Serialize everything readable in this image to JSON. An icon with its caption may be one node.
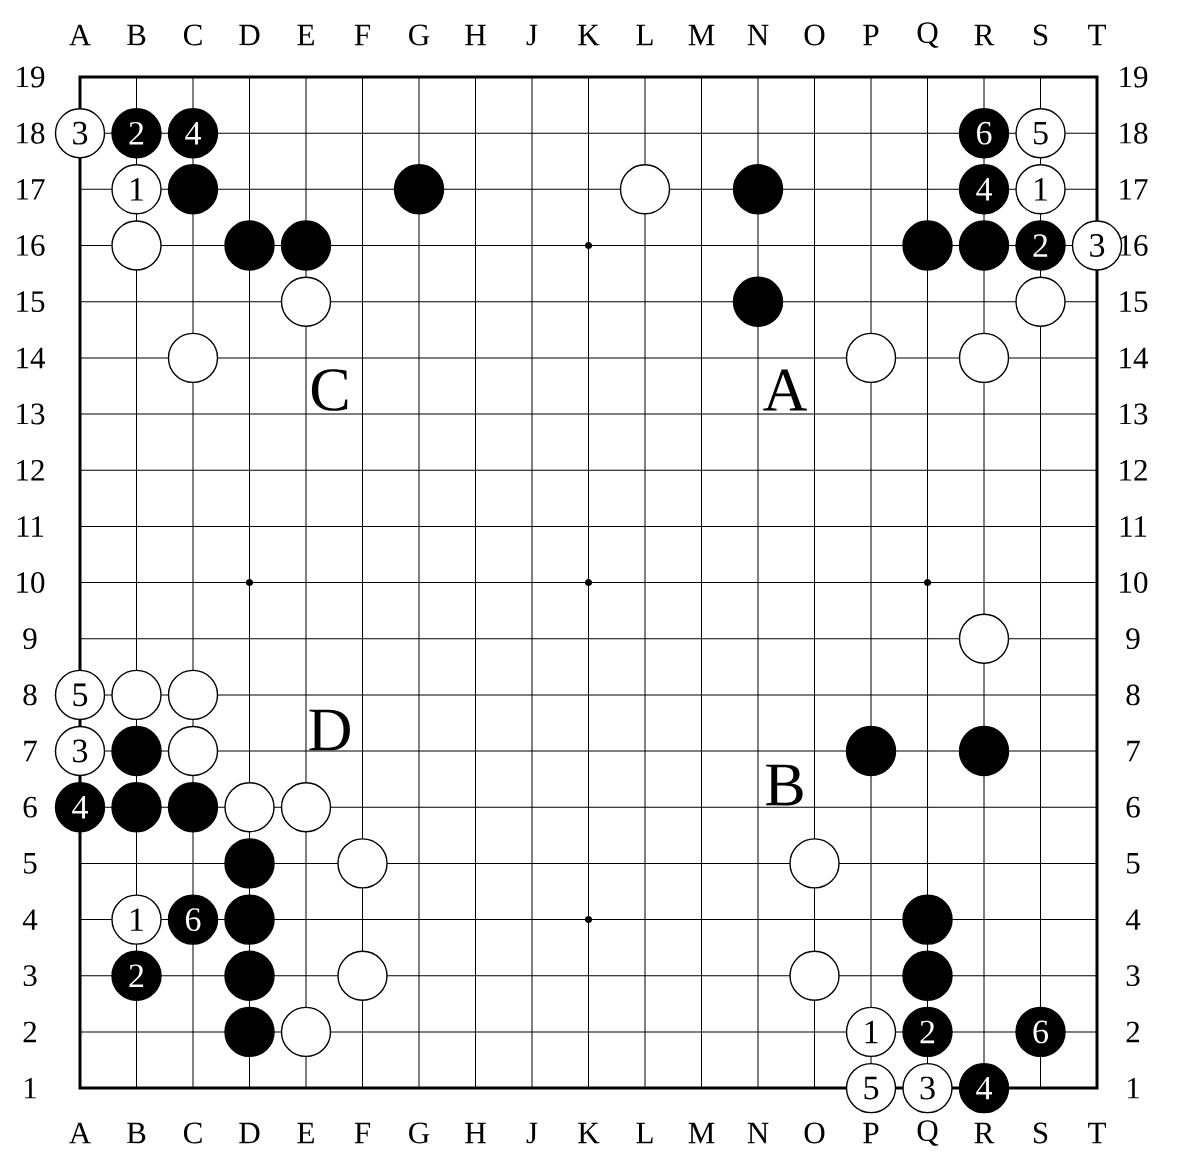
{
  "diagram": {
    "nodes": [
      {
        "text": [
          "3"
        ]
      },
      {
        "text": [
          "2"
        ]
      },
      {
        "text": [
          "4"
        ]
      },
      {
        "text": [
          "6"
        ]
      },
      {
        "text": [
          "5"
        ]
      },
      {
        "text": [
          "1"
        ]
      },
      {
        "text": [],
        "shape": "circle"
      },
      {
        "text": [],
        "shape": "circle"
      },
      {
        "text": [],
        "shape": "circle"
      },
      {
        "text": [],
        "shape": "circle"
      },
      {
        "text": [
          "4"
        ]
      },
      {
        "text": [
          "1"
        ]
      },
      {
        "text": [],
        "shape": "circle"
      },
      {
        "text": [],
        "shape": "circle"
      },
      {
        "text": [],
        "shape": "circle"
      },
      {
        "text": [],
        "shape": "circle"
      },
      {
        "text": [],
        "shape": "circle"
      },
      {
        "text": [
          "2"
        ]
      },
      {
        "text": [
          "3"
        ]
      },
      {
        "text": [],
        "shape": "circle"
      },
      {
        "text": [],
        "shape": "circle"
      },
      {
        "text": [],
        "shape": "circle"
      },
      {
        "text": [],
        "shape": "circle"
      },
      {
        "text": [],
        "shape": "circle"
      },
      {
        "text": [],
        "shape": "circle"
      },
      {
        "text": [],
        "shape": "circle"
      },
      {
        "text": [
          "5"
        ]
      },
      {
        "text": [],
        "shape": "circle"
      },
      {
        "text": [],
        "shape": "circle"
      },
      {
        "text": [
          "3"
        ]
      },
      {
        "text": [],
        "shape": "circle"
      },
      {
        "text": [],
        "shape": "circle"
      },
      {
        "text": [],
        "shape": "circle"
      },
      {
        "text": [],
        "shape": "circle"
      },
      {
        "text": [
          "4"
        ]
      },
      {
        "text": [],
        "shape": "circle"
      },
      {
        "text": [],
        "shape": "circle"
      },
      {
        "text": [],
        "shape": "circle"
      },
      {
        "text": [],
        "shape": "circle"
      },
      {
        "text": [],
        "shape": "circle"
      },
      {
        "text": [],
        "shape": "circle"
      },
      {
        "text": [],
        "shape": "circle"
      },
      {
        "text": [
          "1"
        ]
      },
      {
        "text": [
          "6"
        ]
      },
      {
        "text": [],
        "shape": "circle"
      },
      {
        "text": [],
        "shape": "circle"
      },
      {
        "text": [
          "2"
        ]
      },
      {
        "text": [],
        "shape": "circle"
      },
      {
        "text": [],
        "shape": "circle"
      },
      {
        "text": [],
        "shape": "circle"
      },
      {
        "text": [],
        "shape": "circle"
      },
      {
        "text": [],
        "shape": "circle"
      },
      {
        "text": [],
        "shape": "circle"
      },
      {
        "text": [
          "1"
        ]
      },
      {
        "text": [
          "2"
        ]
      },
      {
        "text": [
          "6"
        ]
      },
      {
        "text": [
          "5"
        ]
      },
      {
        "text": [
          "3"
        ]
      },
      {
        "text": [
          "4"
        ]
      }
    ],
    "labels": [
      "A",
      "B",
      "C",
      "D",
      "E",
      "F",
      "G",
      "H",
      "J",
      "K",
      "L",
      "M",
      "N",
      "O",
      "P",
      "Q",
      "R",
      "S",
      "T",
      "19",
      "19",
      "18",
      "18",
      "17",
      "17",
      "16",
      "16",
      "15",
      "15",
      "14",
      "14",
      "13",
      "13",
      "12",
      "12",
      "11",
      "11",
      "10",
      "10",
      "9",
      "9",
      "8",
      "8",
      "7",
      "7",
      "6",
      "6",
      "5",
      "5",
      "4",
      "4",
      "3",
      "3",
      "2",
      "2",
      "1",
      "1",
      "C",
      "A",
      "D",
      "B",
      "A",
      "B",
      "C",
      "D",
      "E",
      "F",
      "G",
      "H",
      "J",
      "K",
      "L",
      "M",
      "N",
      "O",
      "P",
      "Q",
      "R",
      "S",
      "T"
    ]
  }
}
